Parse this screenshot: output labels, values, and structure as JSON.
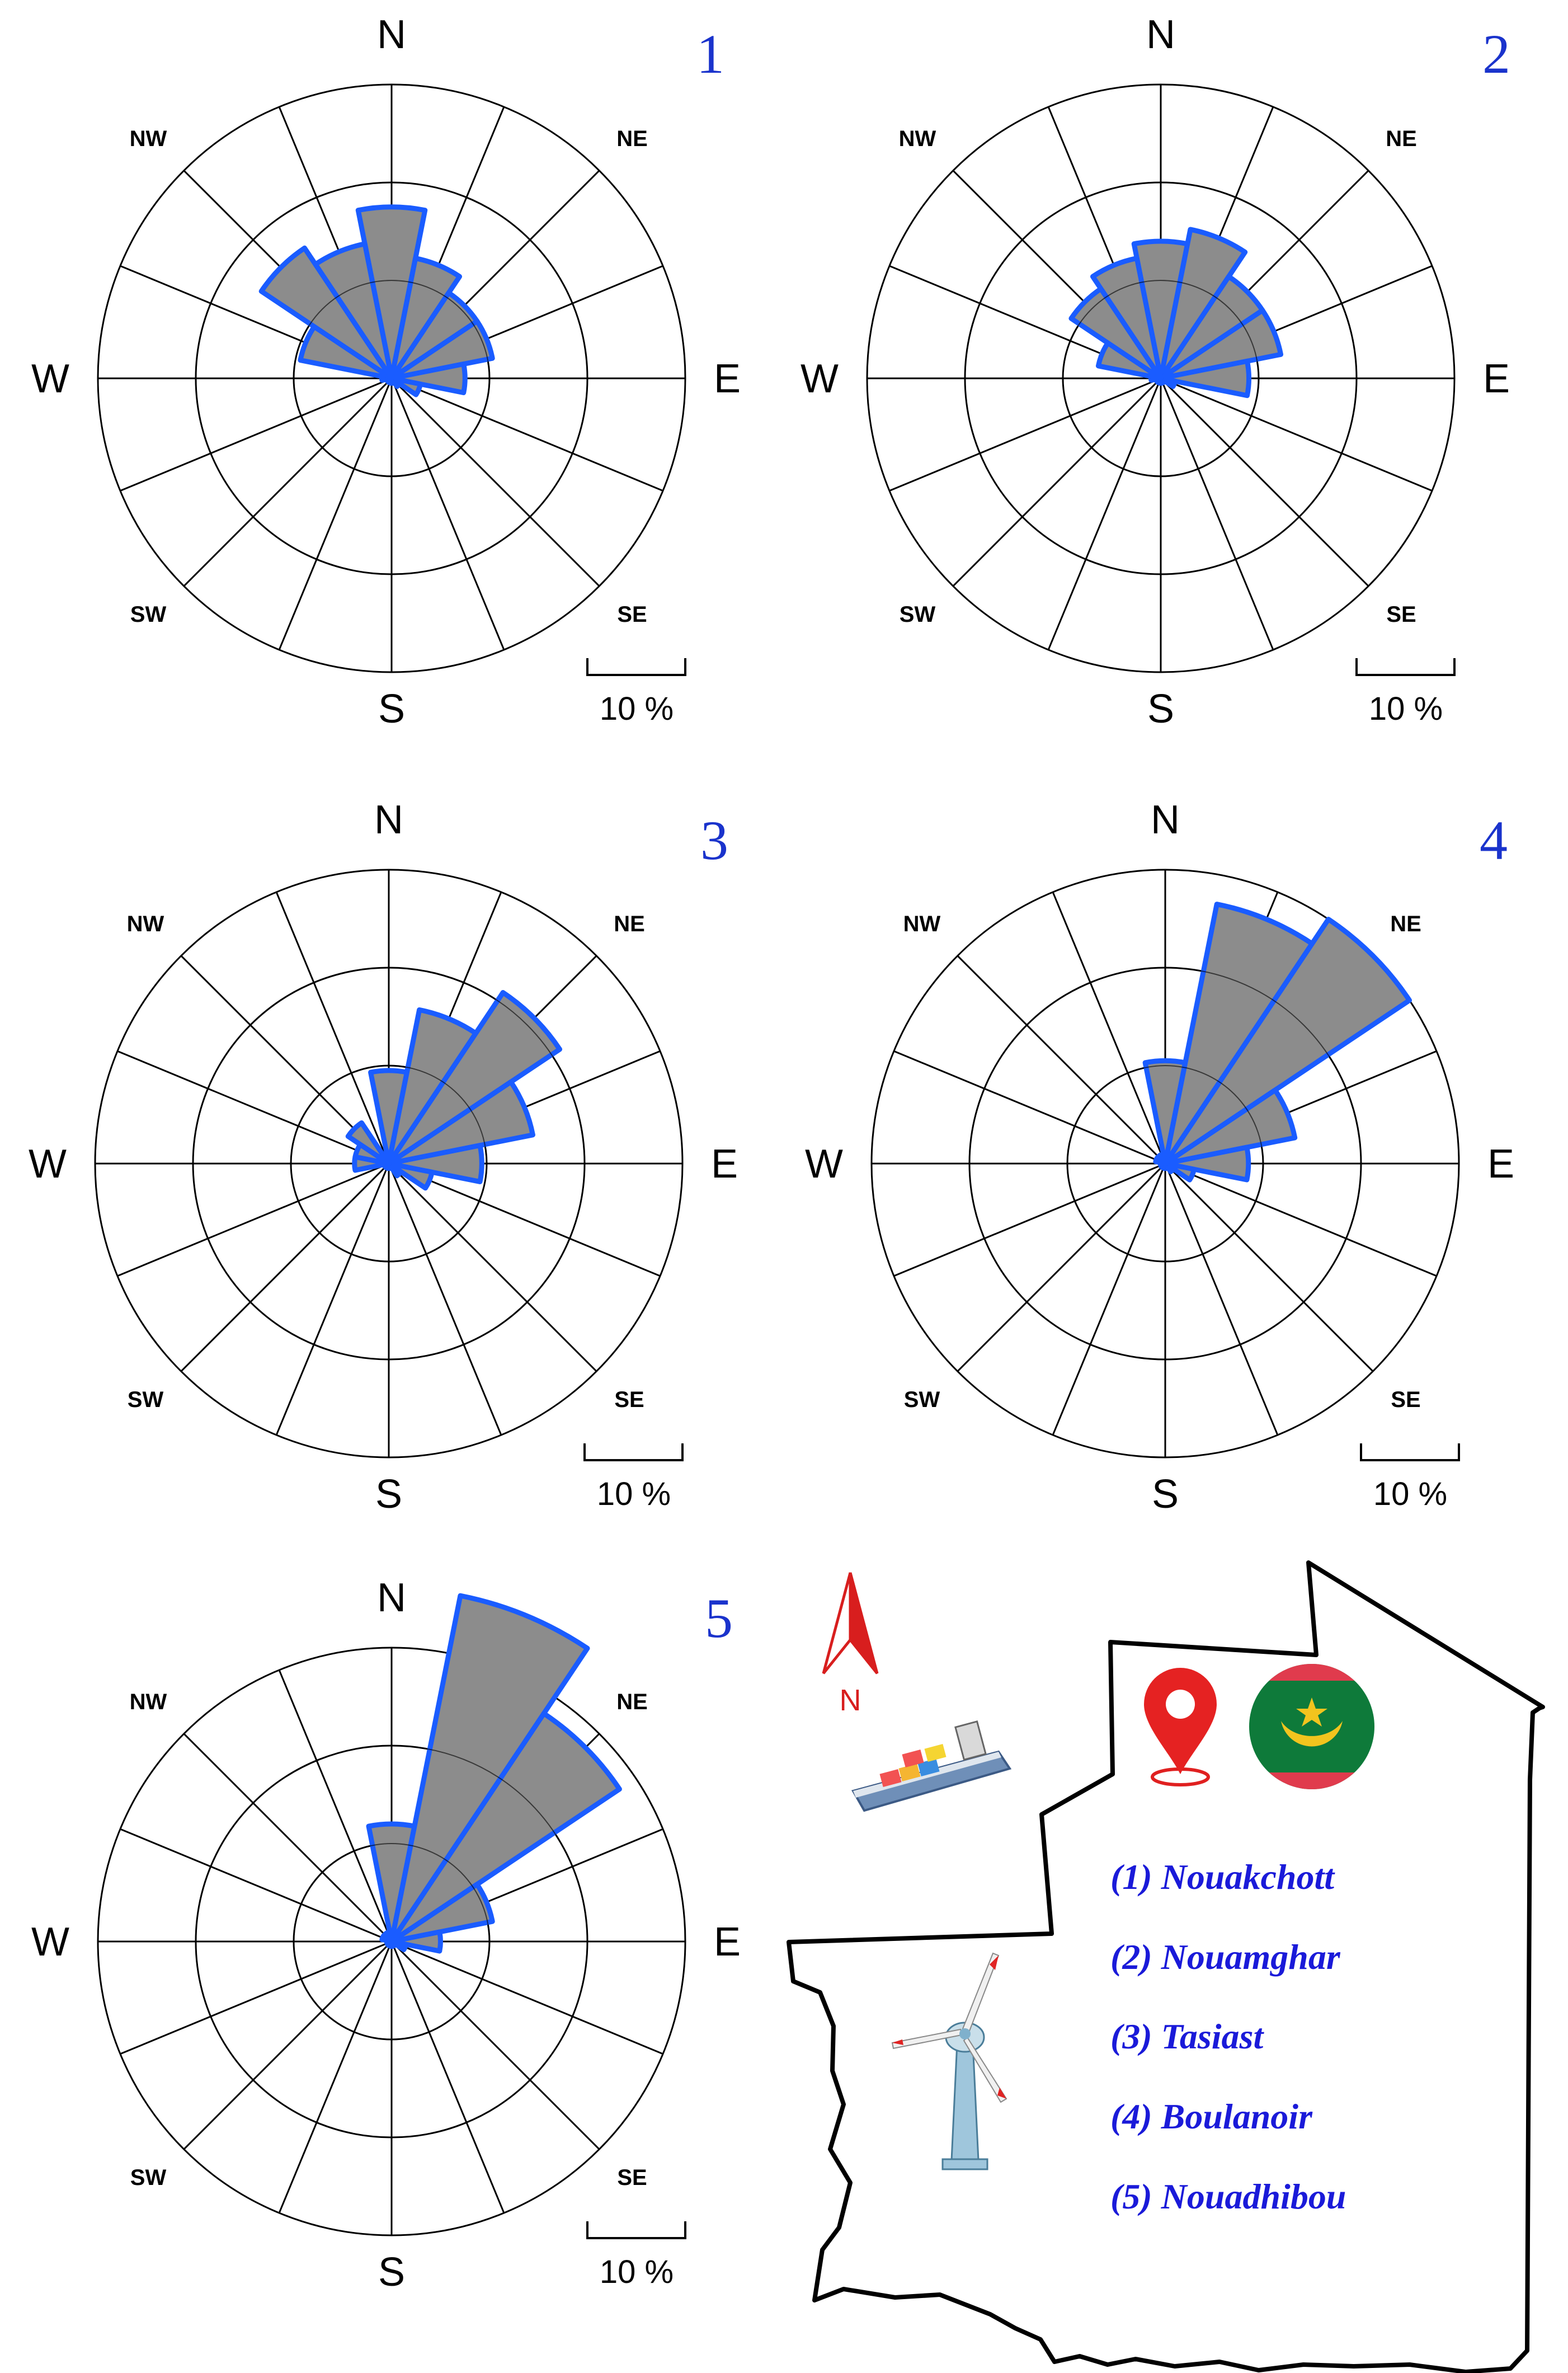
{
  "compass": {
    "N": "N",
    "NE": "NE",
    "E": "E",
    "SE": "SE",
    "S": "S",
    "SW": "SW",
    "W": "W",
    "NW": "NW"
  },
  "scale_label": "10 %",
  "colors": {
    "petal_fill": "#8c8c8c",
    "petal_stroke": "#1a5cff",
    "panel_number": "#1a33cc",
    "legend_text": "#1a1ad9",
    "grid": "#000000"
  },
  "legend": {
    "items": [
      "(1) Nouakchott",
      "(2) Nouamghar",
      "(3) Tasiast",
      "(4) Boulanoir",
      "(5) Nouadhibou"
    ],
    "north_arrow_label": "N",
    "icons": [
      "north-arrow-icon",
      "cargo-ship-icon",
      "location-pin-icon",
      "mauritania-flag-icon",
      "wind-turbine-icon",
      "mauritania-map-outline"
    ]
  },
  "chart_data": [
    {
      "type": "rose",
      "panel": "1",
      "directions": [
        "N",
        "NNE",
        "NE",
        "ENE",
        "E",
        "ESE",
        "SE",
        "SSE",
        "S",
        "SSW",
        "SW",
        "WSW",
        "W",
        "WNW",
        "NW",
        "NNW"
      ],
      "ring_step_percent": 10,
      "values": [
        17.5,
        12.5,
        10.5,
        10.5,
        7.5,
        3,
        1,
        0.5,
        0.5,
        0.5,
        0.5,
        0.5,
        1,
        9.5,
        16,
        14
      ]
    },
    {
      "type": "rose",
      "panel": "2",
      "directions": [
        "N",
        "NNE",
        "NE",
        "ENE",
        "E",
        "ESE",
        "SE",
        "SSE",
        "S",
        "SSW",
        "SW",
        "WSW",
        "W",
        "WNW",
        "NW",
        "NNW"
      ],
      "ring_step_percent": 10,
      "values": [
        14,
        15.5,
        12.5,
        12.5,
        9,
        1.5,
        0.5,
        0.5,
        0.5,
        0.5,
        0.5,
        0.5,
        1,
        6.5,
        11,
        12.5
      ]
    },
    {
      "type": "rose",
      "panel": "3",
      "directions": [
        "N",
        "NNE",
        "NE",
        "ENE",
        "E",
        "ESE",
        "SE",
        "SSE",
        "S",
        "SSW",
        "SW",
        "WSW",
        "W",
        "WNW",
        "NW",
        "NNW"
      ],
      "ring_step_percent": 10,
      "values": [
        9.5,
        16,
        21,
        15,
        9.5,
        4.5,
        1.5,
        0.5,
        0.5,
        0.5,
        0.5,
        0.5,
        3.5,
        3.5,
        5,
        1
      ]
    },
    {
      "type": "rose",
      "panel": "4",
      "directions": [
        "N",
        "NNE",
        "NE",
        "ENE",
        "E",
        "ESE",
        "SE",
        "SSE",
        "S",
        "SSW",
        "SW",
        "WSW",
        "W",
        "WNW",
        "NW",
        "NNW"
      ],
      "ring_step_percent": 10,
      "values": [
        10.5,
        27,
        30,
        13.5,
        8.5,
        3,
        1,
        0.5,
        0.5,
        0.5,
        0.5,
        0.5,
        0.5,
        1,
        1,
        1
      ]
    },
    {
      "type": "rose",
      "panel": "5",
      "directions": [
        "N",
        "NNE",
        "NE",
        "ENE",
        "E",
        "ESE",
        "SE",
        "SSE",
        "S",
        "SSW",
        "SW",
        "WSW",
        "W",
        "WNW",
        "NW",
        "NNW"
      ],
      "ring_step_percent": 10,
      "values": [
        12,
        36,
        28,
        10.5,
        5,
        1.5,
        0.5,
        0.5,
        0.5,
        0.5,
        0.5,
        0.5,
        0.5,
        1,
        1,
        1
      ]
    }
  ]
}
